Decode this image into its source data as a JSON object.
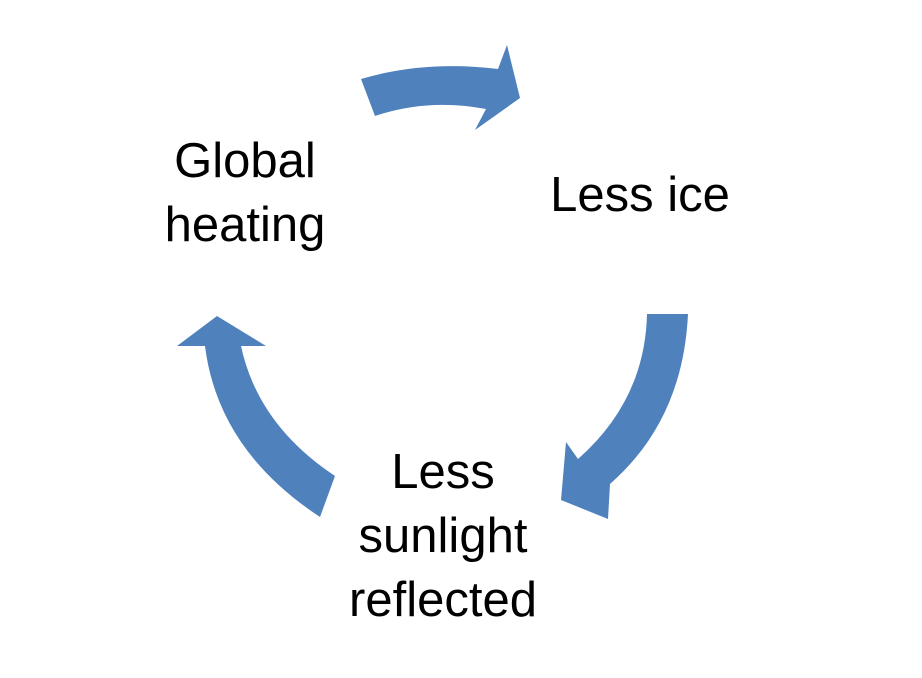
{
  "diagram": {
    "type": "cycle",
    "arrow_color": "#4f81bd",
    "text_color": "#000000",
    "background_color": "#ffffff",
    "nodes": [
      {
        "id": "global-heating",
        "lines": [
          "Global",
          "heating"
        ]
      },
      {
        "id": "less-ice",
        "lines": [
          "Less ice"
        ]
      },
      {
        "id": "less-sunlight-reflected",
        "lines": [
          "Less",
          "sunlight",
          "reflected"
        ]
      }
    ],
    "edges": [
      {
        "from": "global-heating",
        "to": "less-ice"
      },
      {
        "from": "less-ice",
        "to": "less-sunlight-reflected"
      },
      {
        "from": "less-sunlight-reflected",
        "to": "global-heating"
      }
    ]
  }
}
